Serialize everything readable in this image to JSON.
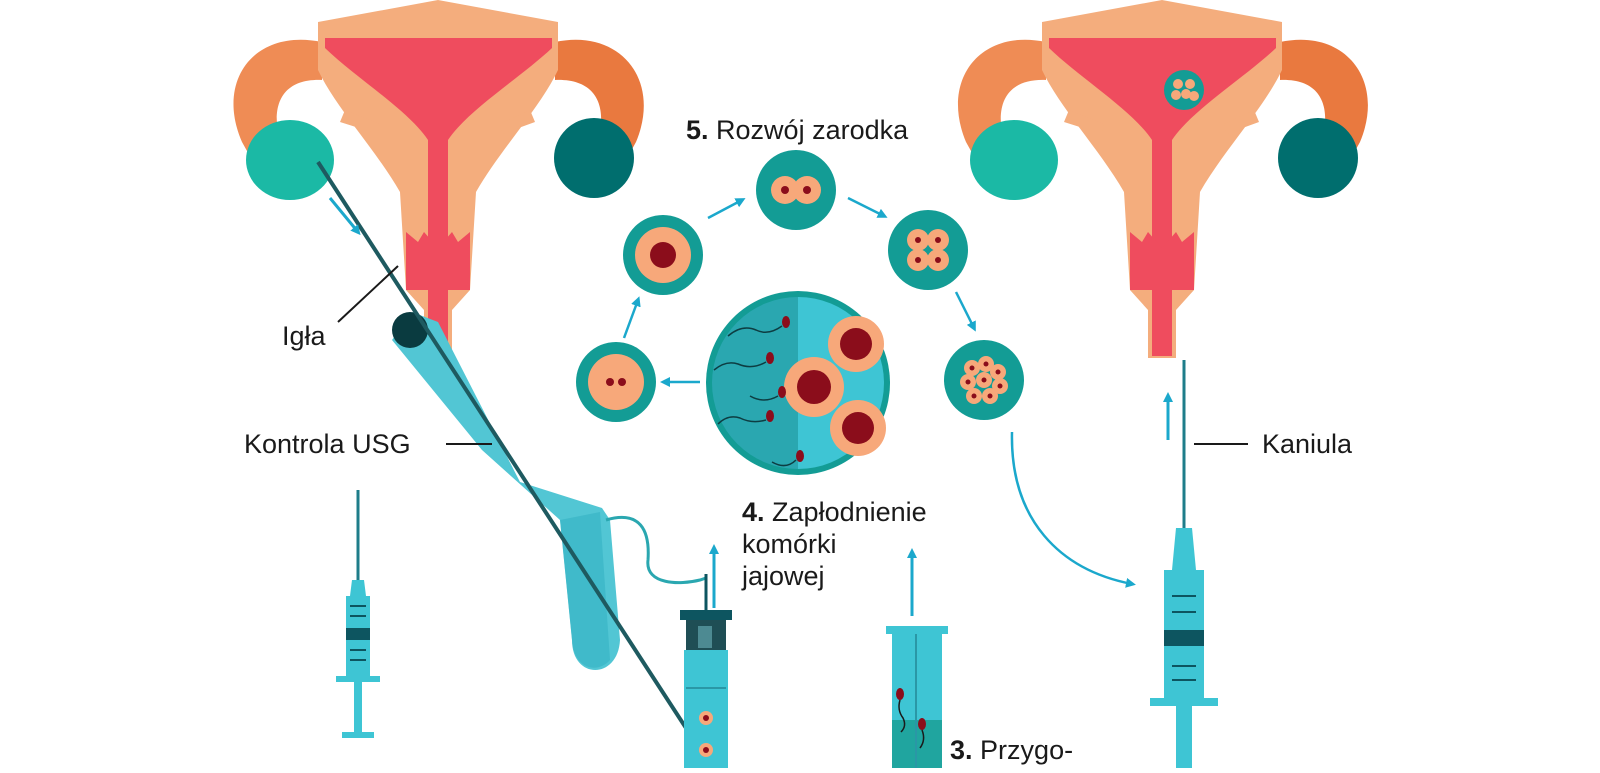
{
  "labels": {
    "needle": "Igła",
    "ultrasound": "Kontrola USG",
    "cannula": "Kaniula",
    "step5_num": "5.",
    "step5_text": "Rozwój zarodka",
    "step4_num": "4.",
    "step4_line1": "Zapłodnienie",
    "step4_line2": "komórki",
    "step4_line3": "jajowej",
    "step3_num": "3.",
    "step3_text": "Przygo-"
  },
  "colors": {
    "uterus_outer": "#f4ad7d",
    "uterus_inner": "#ef4c5e",
    "tube": "#ef8c55",
    "ovary_light": "#1bb9a5",
    "ovary_dark": "#006e6e",
    "cell_ring": "#139c95",
    "cell_body": "#f7a87a",
    "nucleus": "#8b0d1b",
    "arrow": "#1ba8cc",
    "syringe": "#3ec5d4",
    "probe": "#52c6d4"
  }
}
